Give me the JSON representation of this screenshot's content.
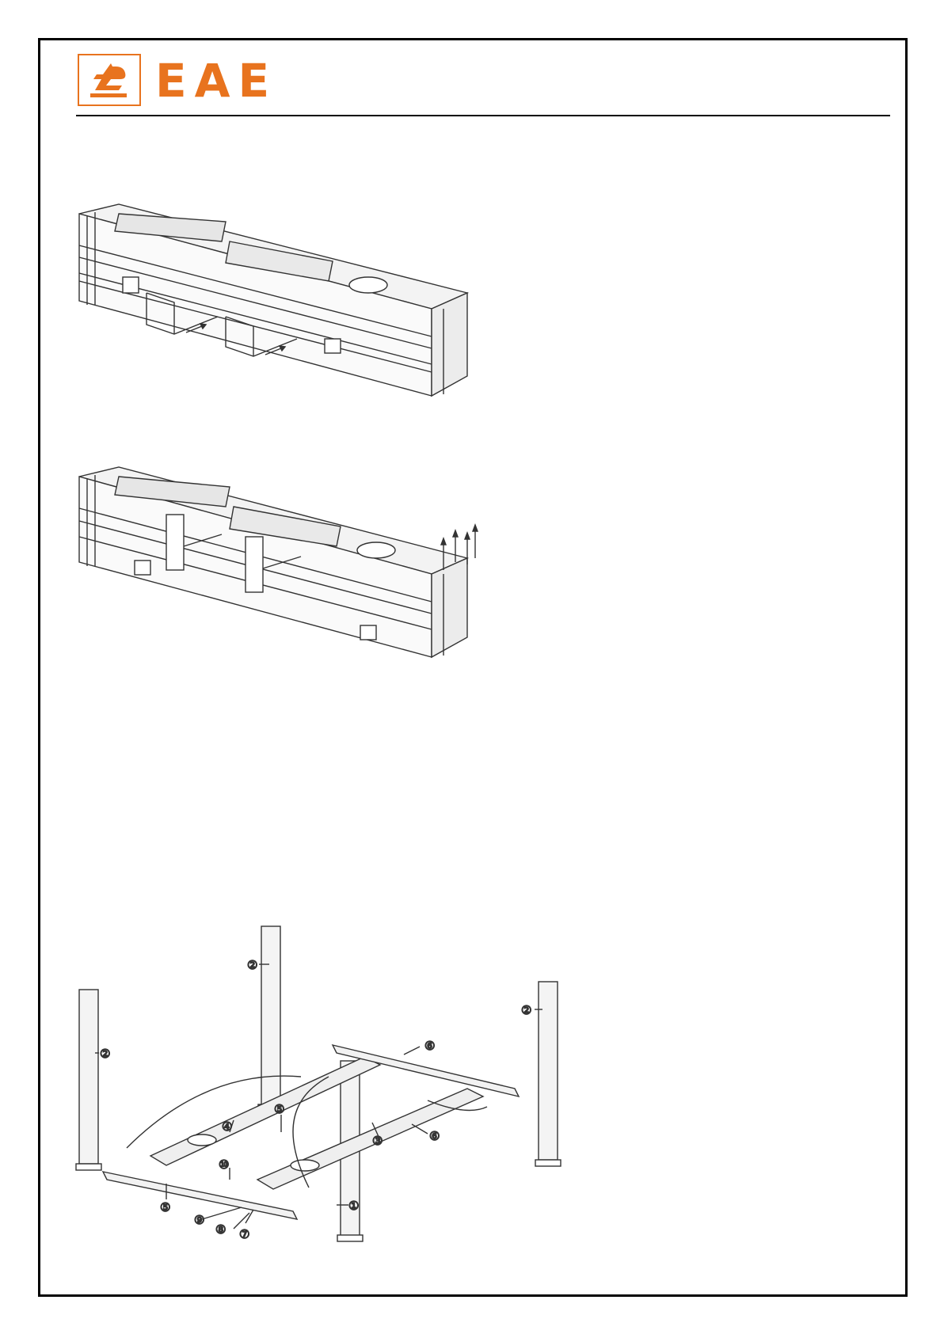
{
  "header": {
    "logo_text": "EAE",
    "brand_color": "#e8731e"
  },
  "figure3": {
    "callouts": [
      "①",
      "②",
      "②",
      "②",
      "③",
      "④",
      "⑤",
      "⑤",
      "⑥",
      "⑥",
      "⑦",
      "⑧",
      "⑨",
      "⑩"
    ]
  }
}
